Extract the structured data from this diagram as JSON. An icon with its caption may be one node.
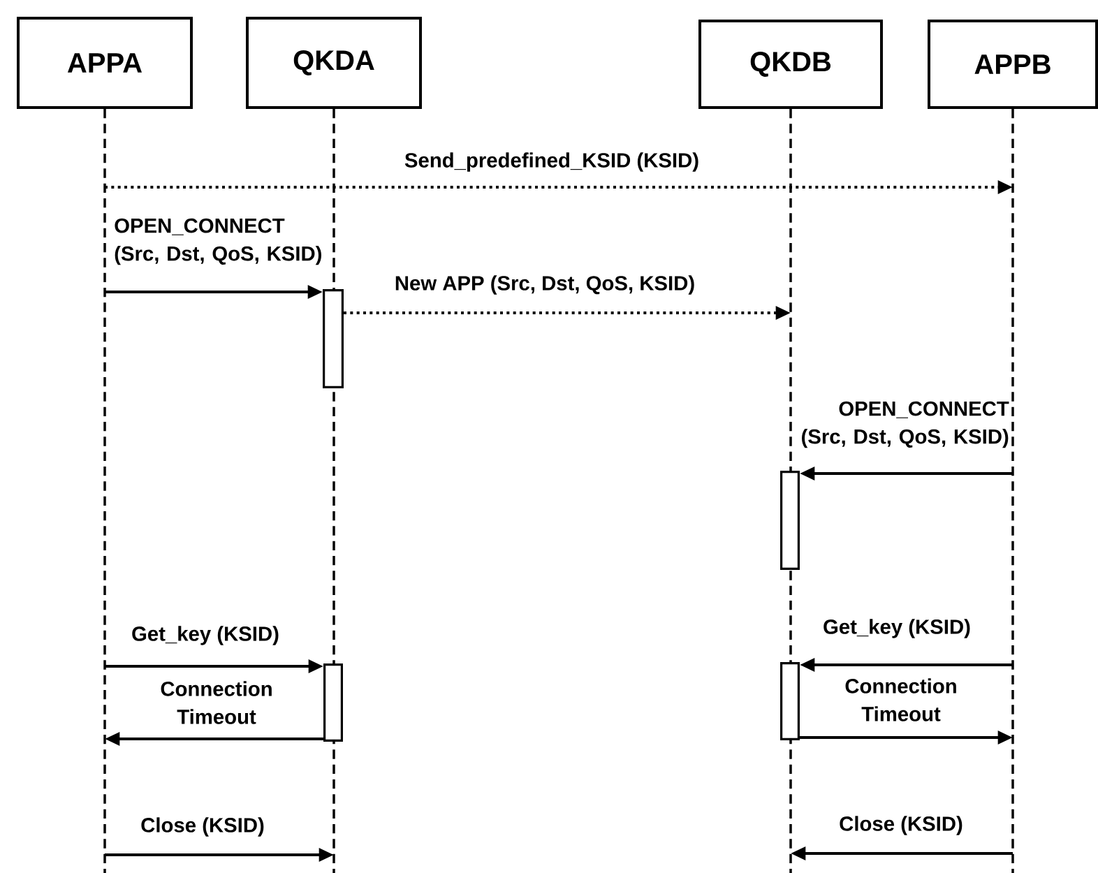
{
  "diagram": {
    "nodes": [
      {
        "text": [
          "APPA"
        ]
      },
      {
        "text": [
          "QKDA"
        ]
      },
      {
        "text": [
          "QKDB"
        ]
      },
      {
        "text": [
          "APPB"
        ]
      },
      {
        "text": [],
        "shape": "bar",
        "in": 1
      },
      {
        "text": [],
        "shape": "bar",
        "in": 2
      },
      {
        "text": [],
        "shape": "bar",
        "in": 1
      },
      {
        "text": [],
        "shape": "bar",
        "in": 2
      }
    ],
    "edges": [
      {
        "from": 0,
        "to": 3,
        "arrow": "to",
        "style": "dashed",
        "label": "Send_predefined_KSID (KSID)"
      },
      {
        "from": 0,
        "to": 4,
        "arrow": "to",
        "label": "OPEN_CONNECT (Src, Dst, QoS, KSID)"
      },
      {
        "from": 4,
        "to": 2,
        "arrow": "to",
        "style": "dashed",
        "label": "New APP (Src, Dst, QoS, KSID)"
      },
      {
        "from": 3,
        "to": 5,
        "arrow": "to",
        "label": "OPEN_CONNECT (Src, Dst, QoS, KSID)"
      },
      {
        "from": 0,
        "to": 6,
        "arrow": "to",
        "label": "Get_key (KSID)"
      },
      {
        "from": 6,
        "to": 0,
        "arrow": "to",
        "label": "Connection Timeout"
      },
      {
        "from": 3,
        "to": 7,
        "arrow": "to",
        "label": "Get_key (KSID)"
      },
      {
        "from": 7,
        "to": 3,
        "arrow": "to",
        "label": "Connection Timeout"
      },
      {
        "from": 0,
        "to": 1,
        "arrow": "to",
        "label": "Close (KSID)"
      },
      {
        "from": 3,
        "to": 2,
        "arrow": "to",
        "label": "Close (KSID)"
      }
    ]
  }
}
